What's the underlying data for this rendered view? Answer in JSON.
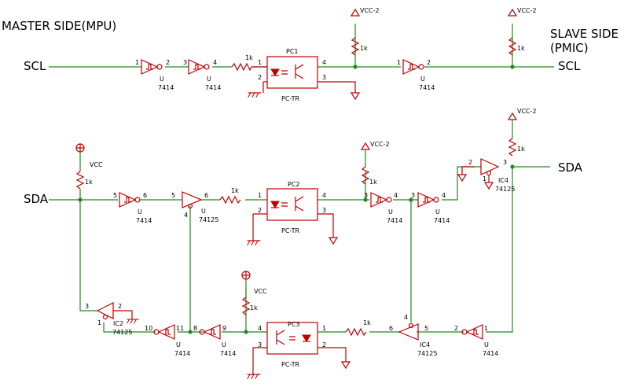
{
  "labels": {
    "master_side": "MASTER SIDE(MPU)",
    "slave_side_1": "SLAVE SIDE",
    "slave_side_2": "(PMIC)",
    "scl_left": "SCL",
    "scl_right": "SCL",
    "sda_left": "SDA",
    "sda_right": "SDA"
  },
  "parts": {
    "u": "U",
    "ic2": "IC2",
    "ic4": "IC4",
    "t7414": "7414",
    "t74125": "74125",
    "pc1": "PC1",
    "pc2": "PC2",
    "pc3": "PC3",
    "pctr": "PC-TR",
    "r1k": "1k",
    "vcc": "VCC",
    "vcc2": "VCC-2"
  },
  "pins": {
    "p1": "1",
    "p2": "2",
    "p3": "3",
    "p4": "4",
    "p5": "5",
    "p6": "6",
    "p8": "8",
    "p9": "9",
    "p10": "10",
    "p11": "11"
  }
}
